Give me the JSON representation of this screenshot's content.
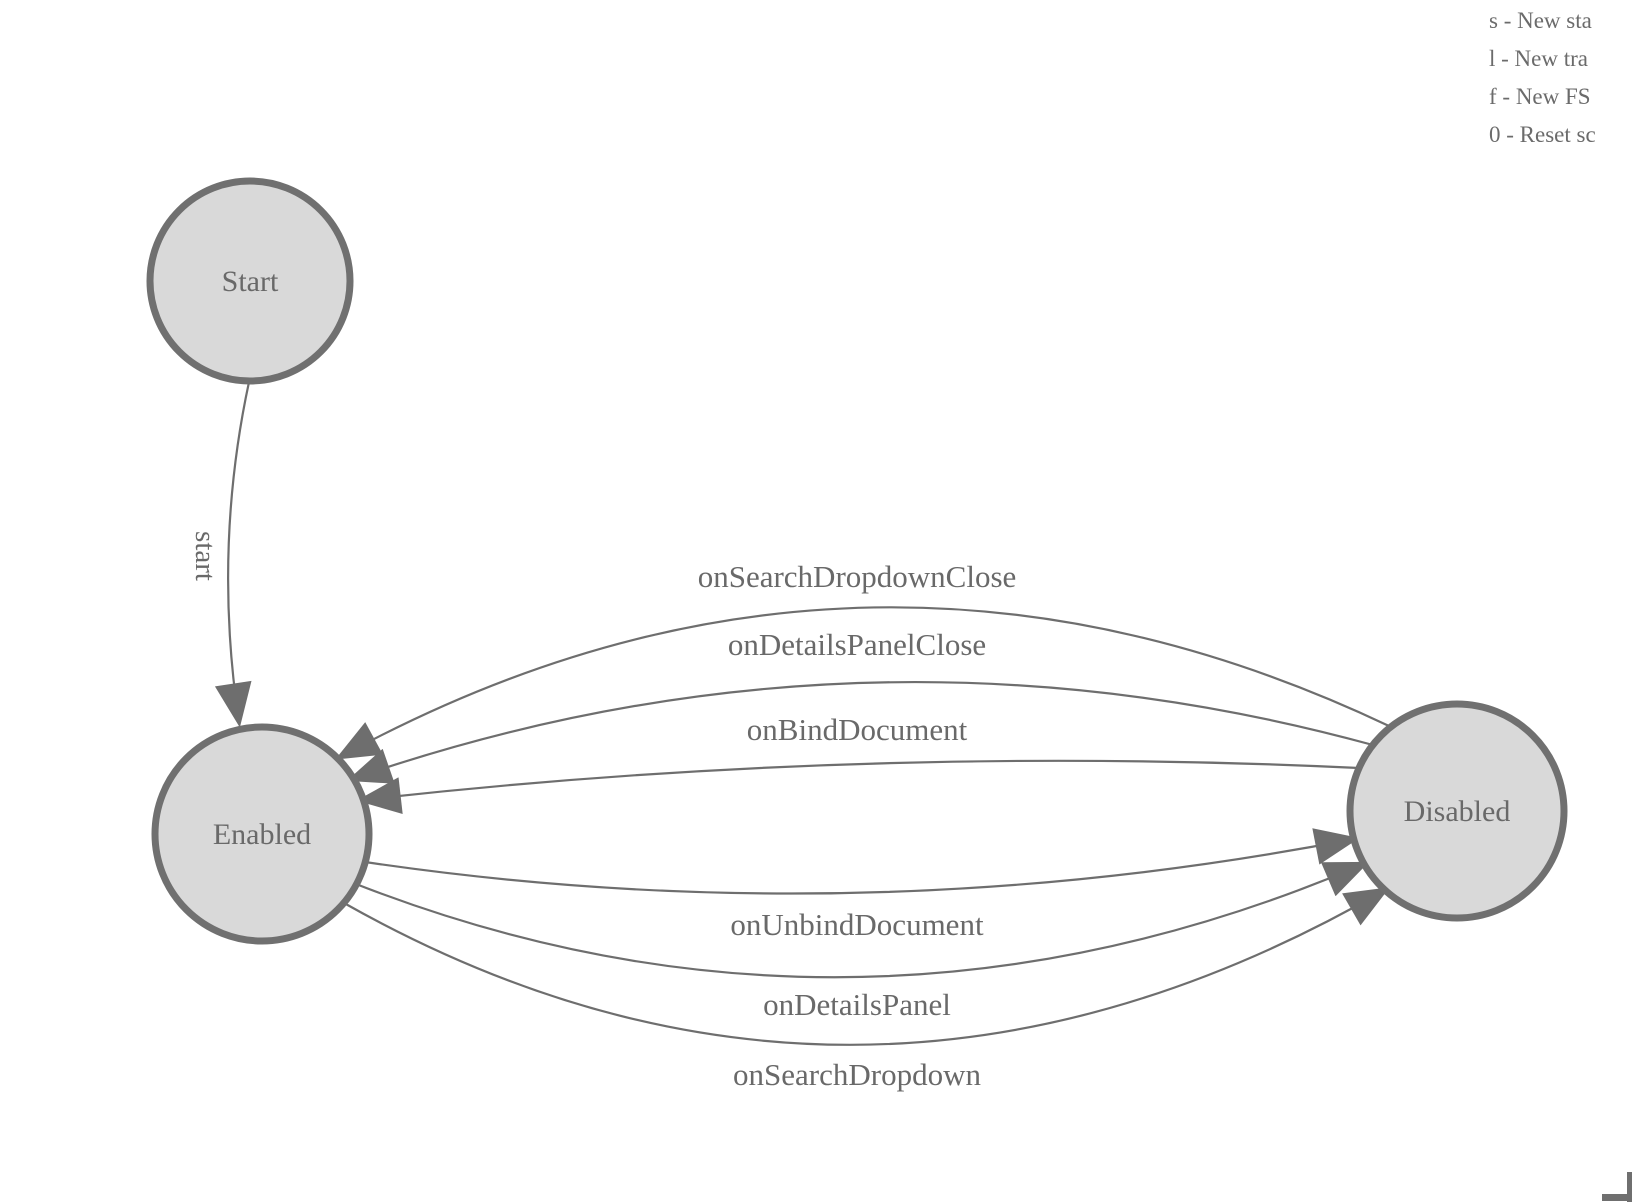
{
  "page": {
    "background": "#ffffff"
  },
  "legend": {
    "items": [
      {
        "label": "s - New sta"
      },
      {
        "label": "l - New tra"
      },
      {
        "label": "f - New FS"
      },
      {
        "label": "0 - Reset sc"
      }
    ]
  },
  "diagram": {
    "type": "state-machine",
    "states": [
      {
        "id": "start",
        "label": "Start"
      },
      {
        "id": "enabled",
        "label": "Enabled"
      },
      {
        "id": "disabled",
        "label": "Disabled"
      }
    ],
    "transitions": [
      {
        "label": "start",
        "from": "Start",
        "to": "Enabled"
      },
      {
        "label": "onSearchDropdownClose",
        "from": "Disabled",
        "to": "Enabled"
      },
      {
        "label": "onDetailsPanelClose",
        "from": "Disabled",
        "to": "Enabled"
      },
      {
        "label": "onBindDocument",
        "from": "Disabled",
        "to": "Enabled"
      },
      {
        "label": "onUnbindDocument",
        "from": "Enabled",
        "to": "Disabled"
      },
      {
        "label": "onDetailsPanel",
        "from": "Enabled",
        "to": "Disabled"
      },
      {
        "label": "onSearchDropdown",
        "from": "Enabled",
        "to": "Disabled"
      }
    ],
    "colors": {
      "state_fill": "#d9d9d9",
      "state_border": "#707070",
      "edge": "#6e6e6e",
      "label_text": "#696969"
    }
  }
}
